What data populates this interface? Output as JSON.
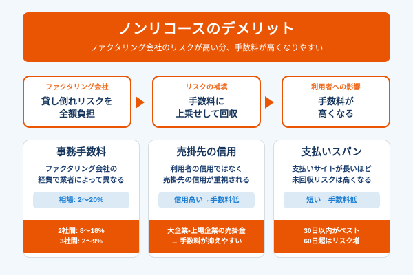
{
  "colors": {
    "background": "#f2f8fc",
    "accent_orange": "#ea5504",
    "label_orange": "#ee6b1f",
    "navy": "#17365d",
    "chip_bg": "#dceaf6",
    "chip_text": "#1c7fd4",
    "card_border": "#d5dce3",
    "white": "#ffffff"
  },
  "header": {
    "title": "ノンリコースのデメリット",
    "subtitle": "ファクタリング会社のリスクが高い分、手数料が高くなりやすい"
  },
  "flow": {
    "steps": [
      {
        "label": "ファクタリング会社",
        "line1": "貸し倒れリスクを",
        "line2": "全額負担"
      },
      {
        "label": "リスクの補填",
        "line1": "手数料に",
        "line2": "上乗せして回収"
      },
      {
        "label": "利用者への影響",
        "line1": "手数料が",
        "line2": "高くなる"
      }
    ],
    "arrow_icon": "triangle-right-icon"
  },
  "cards": [
    {
      "title": "事務手数料",
      "desc_line1": "ファクタリング会社の",
      "desc_line2": "経費で業者によって異なる",
      "chip": "相場: 2〜20%",
      "footer_line1": "2社間: 8〜18%",
      "footer_line2": "3社間: 2〜9%"
    },
    {
      "title": "売掛先の信用",
      "desc_line1": "利用者の信用ではなく",
      "desc_line2": "売掛先の信用が重視される",
      "chip": "信用高い→手数料低",
      "footer_line1": "大企業・上場企業の売掛金",
      "footer_line2": "→ 手数料が抑えやすい"
    },
    {
      "title": "支払いスパン",
      "desc_line1": "支払いサイトが長いほど",
      "desc_line2": "未回収リスクは高くなる",
      "chip": "短い→手数料低",
      "footer_line1": "30日以内がベスト",
      "footer_line2": "60日超はリスク増"
    }
  ]
}
